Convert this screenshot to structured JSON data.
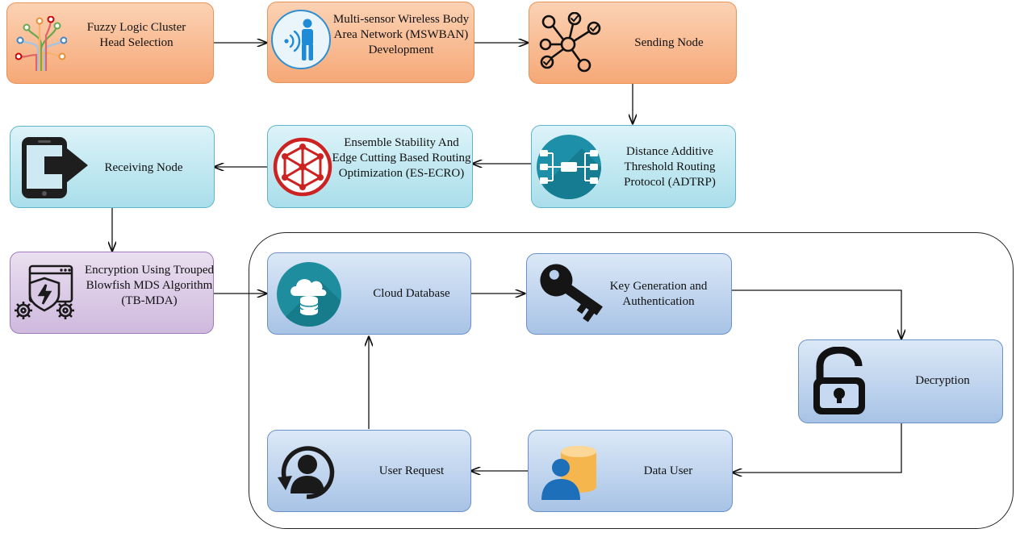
{
  "nodes": {
    "fuzzy": "Fuzzy Logic Cluster Head Selection",
    "mswban": "Multi-sensor Wireless Body Area Network (MSWBAN) Development",
    "sending": "Sending Node",
    "adtrp": "Distance Additive Threshold Routing Protocol (ADTRP)",
    "esecro": "Ensemble Stability And Edge Cutting Based Routing Optimization (ES-ECRO)",
    "receiving": "Receiving Node",
    "encryption": "Encryption Using Trouped Blowfish MDS Algorithm (TB-MDA)",
    "cloud": "Cloud Database",
    "keygen": "Key Generation and Authentication",
    "decryption": "Decryption",
    "datauser": "Data User",
    "userreq": "User Request"
  },
  "icons": {
    "fuzzy": "circuit-tree-icon",
    "mswban": "body-sensor-icon",
    "sending": "network-nodes-icon",
    "adtrp": "hierarchy-icon",
    "esecro": "network-hexagon-icon",
    "receiving": "tablet-exit-icon",
    "encryption": "shield-gears-icon",
    "cloud": "cloud-database-icon",
    "keygen": "key-icon",
    "decryption": "unlocked-padlock-icon",
    "datauser": "user-database-icon",
    "userreq": "user-refresh-icon"
  },
  "colors": {
    "orange": "#f6a877",
    "cyan": "#a9deea",
    "purple": "#cfb9de",
    "blue": "#a8c3e6"
  }
}
